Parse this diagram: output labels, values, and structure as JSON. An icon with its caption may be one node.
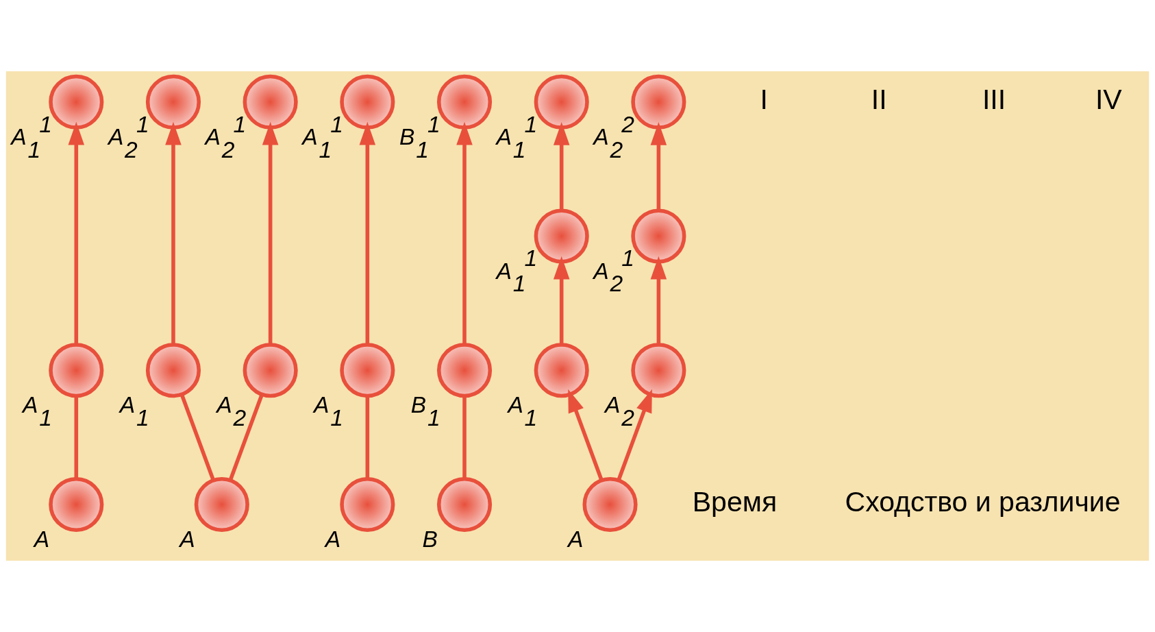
{
  "diagram": {
    "nodes": [
      {
        "text": [],
        "shape": "circle",
        "beside": [
          "A"
        ]
      },
      {
        "text": [],
        "shape": "circle",
        "beside": [
          "A$_{1}$"
        ]
      },
      {
        "text": [],
        "shape": "circle",
        "beside": [
          "A$_{1}$$^{1}$"
        ]
      },
      {
        "text": [],
        "shape": "circle",
        "beside": [
          "A"
        ]
      },
      {
        "text": [],
        "shape": "circle",
        "beside": [
          "A$_{1}$"
        ]
      },
      {
        "text": [],
        "shape": "circle",
        "beside": [
          "A$_{2}$"
        ]
      },
      {
        "text": [],
        "shape": "circle",
        "beside": [
          "A$_{2}$$^{1}$"
        ]
      },
      {
        "text": [],
        "shape": "circle",
        "beside": [
          "A$_{2}$$^{1}$"
        ]
      },
      {
        "text": [],
        "shape": "circle",
        "beside": [
          "A"
        ]
      },
      {
        "text": [],
        "shape": "circle",
        "beside": [
          "A$_{1}$"
        ]
      },
      {
        "text": [],
        "shape": "circle",
        "beside": [
          "A$_{1}$$^{1}$"
        ]
      },
      {
        "text": [],
        "shape": "circle",
        "beside": [
          "B"
        ]
      },
      {
        "text": [],
        "shape": "circle",
        "beside": [
          "B$_{1}$"
        ]
      },
      {
        "text": [],
        "shape": "circle",
        "beside": [
          "B$_{1}$$^{1}$"
        ]
      },
      {
        "text": [],
        "shape": "circle",
        "beside": [
          "A"
        ]
      },
      {
        "text": [],
        "shape": "circle",
        "beside": [
          "A$_{1}$"
        ]
      },
      {
        "text": [],
        "shape": "circle",
        "beside": [
          "A$_{2}$"
        ]
      },
      {
        "text": [],
        "shape": "circle",
        "beside": [
          "A$_{1}$$^{1}$"
        ]
      },
      {
        "text": [],
        "shape": "circle",
        "beside": [
          "A$_{2}$$^{1}$"
        ]
      },
      {
        "text": [],
        "shape": "circle",
        "beside": [
          "A$_{1}$$^{1}$"
        ]
      },
      {
        "text": [],
        "shape": "circle",
        "beside": [
          "A$_{2}$$^{2}$"
        ]
      }
    ],
    "edges": [
      {
        "from": 0,
        "to": 1,
        "arrow": "none"
      },
      {
        "from": 1,
        "to": 2,
        "arrow": "to"
      },
      {
        "from": 3,
        "to": 4,
        "arrow": "none"
      },
      {
        "from": 3,
        "to": 5,
        "arrow": "none"
      },
      {
        "from": 4,
        "to": 6,
        "arrow": "to"
      },
      {
        "from": 5,
        "to": 7,
        "arrow": "to"
      },
      {
        "from": 8,
        "to": 9,
        "arrow": "none"
      },
      {
        "from": 9,
        "to": 10,
        "arrow": "to"
      },
      {
        "from": 11,
        "to": 12,
        "arrow": "none"
      },
      {
        "from": 12,
        "to": 13,
        "arrow": "to"
      },
      {
        "from": 14,
        "to": 15,
        "arrow": "to"
      },
      {
        "from": 14,
        "to": 16,
        "arrow": "to"
      },
      {
        "from": 15,
        "to": 17,
        "arrow": "to"
      },
      {
        "from": 16,
        "to": 18,
        "arrow": "to"
      },
      {
        "from": 17,
        "to": 19,
        "arrow": "to"
      },
      {
        "from": 18,
        "to": 20,
        "arrow": "to"
      }
    ],
    "labels": [
      "I",
      "II",
      "III",
      "IV",
      "Время",
      "Сходство и различие"
    ]
  }
}
